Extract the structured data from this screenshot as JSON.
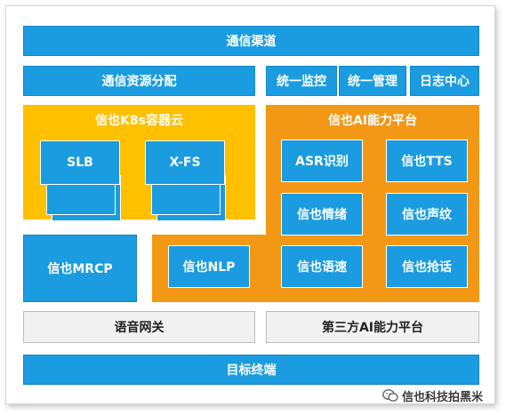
{
  "diagram": {
    "top_channel": "通信渠道",
    "resource_allocation": "通信资源分配",
    "monitoring": "统一监控",
    "management": "统一管理",
    "log_center": "日志中心",
    "k8s_cloud": {
      "title": "信也K8s容器云",
      "slb": "SLB",
      "xfs": "X-FS"
    },
    "ai_platform": {
      "title": "信也AI能力平台",
      "asr": "ASR识别",
      "tts": "信也TTS",
      "emotion": "信也情绪",
      "voiceprint": "信也声纹",
      "nlp": "信也NLP",
      "speech_rate": "信也语速",
      "interrupt": "信也抢话"
    },
    "mrcp": "信也MRCP",
    "voice_gateway": "语音网关",
    "third_party_ai": "第三方AI能力平台",
    "target_terminal": "目标终端"
  },
  "watermark": {
    "text": "信也科技拍黑米"
  },
  "colors": {
    "blue": "#1b9ce0",
    "yellow": "#ffc000",
    "orange": "#f39814",
    "gray": "#f1f1f1"
  }
}
